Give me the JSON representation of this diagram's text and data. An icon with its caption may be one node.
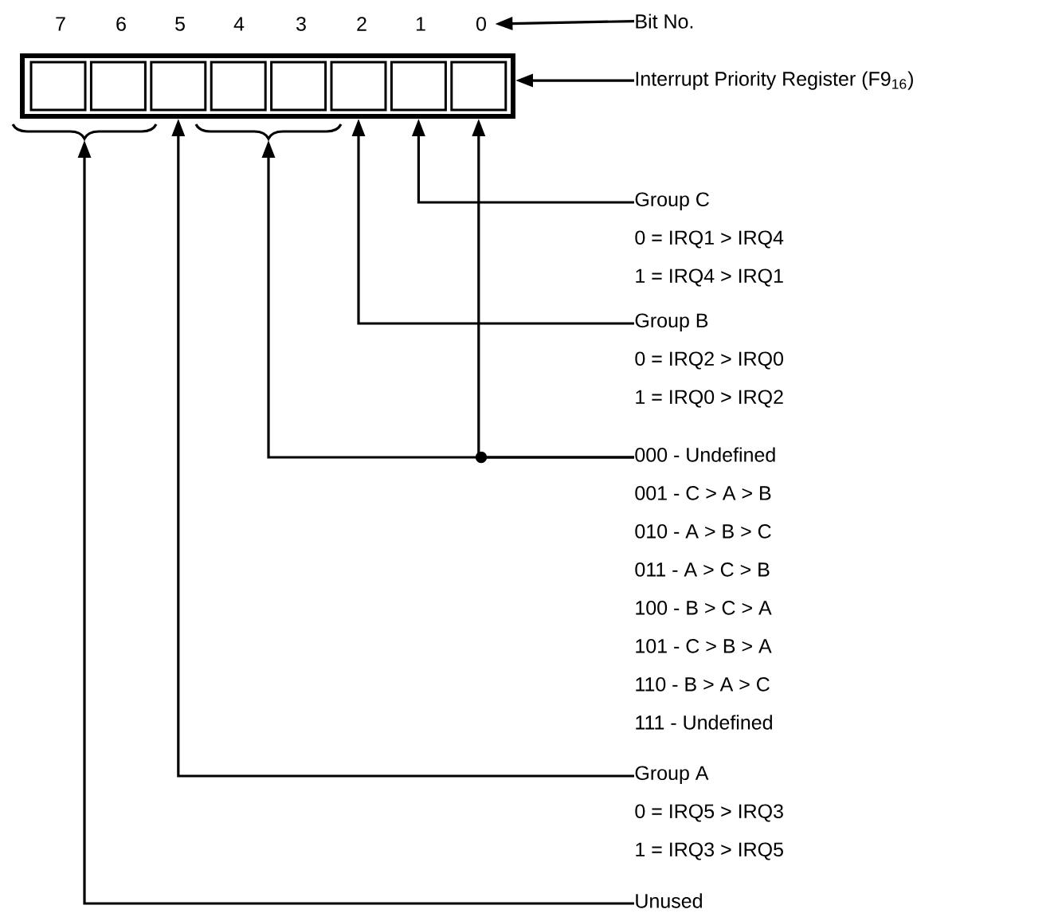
{
  "diagram": {
    "nodes": [
      {
        "text": [
          "7"
        ]
      },
      {
        "text": [
          "6"
        ]
      },
      {
        "text": [
          "5"
        ]
      },
      {
        "text": [
          "4"
        ]
      },
      {
        "text": [
          "3"
        ]
      },
      {
        "text": [
          "2"
        ]
      },
      {
        "text": [
          "1"
        ]
      },
      {
        "text": [
          "0"
        ]
      },
      {
        "text": [
          "Bit No."
        ]
      },
      {
        "text": [],
        "shape": "box"
      },
      {
        "text": [],
        "shape": "box",
        "in": 9
      },
      {
        "text": [],
        "shape": "box",
        "in": 9
      },
      {
        "text": [],
        "shape": "box",
        "in": 9
      },
      {
        "text": [],
        "shape": "box",
        "in": 9
      },
      {
        "text": [],
        "shape": "box",
        "in": 9
      },
      {
        "text": [],
        "shape": "box",
        "in": 9
      },
      {
        "text": [],
        "shape": "box",
        "in": 9
      },
      {
        "text": [],
        "shape": "box",
        "in": 9
      },
      {
        "text": [
          "Interrupt Priority Register (F9$_{16}$)"
        ]
      },
      {
        "text": [],
        "shape": "brace"
      },
      {
        "text": [],
        "shape": "brace"
      },
      {
        "text": [
          "Group C",
          "0 = IRQ1 > IRQ4",
          "1 = IRQ4 > IRQ1"
        ]
      },
      {
        "text": [
          "Group B",
          "0 = IRQ2 > IRQ0",
          "1 = IRQ0 > IRQ2"
        ]
      },
      {
        "text": [
          "000 - Undefined",
          "001 - C > A > B",
          "010 - A > B > C",
          "011 - A > C > B",
          "100 - B > C > A",
          "101 - C > B > A",
          "110 - B > A > C",
          "111 - Undefined"
        ]
      },
      {
        "text": [
          "Group A",
          "0 = IRQ5 > IRQ3",
          "1 = IRQ3 > IRQ5"
        ]
      },
      {
        "text": [
          "Unused"
        ]
      }
    ],
    "edges": [
      {
        "from": 8,
        "to": 7,
        "arrow": "to"
      },
      {
        "from": 18,
        "to": 9,
        "arrow": "to"
      },
      {
        "from": 21,
        "to": 16,
        "arrow": "to"
      },
      {
        "from": 22,
        "to": 15,
        "arrow": "to"
      },
      {
        "from": 23,
        "to": 20,
        "arrow": "to"
      },
      {
        "from": 23,
        "to": 17,
        "arrow": "to"
      },
      {
        "from": 24,
        "to": 12,
        "arrow": "to"
      },
      {
        "from": 25,
        "to": 19,
        "arrow": "to"
      }
    ]
  }
}
